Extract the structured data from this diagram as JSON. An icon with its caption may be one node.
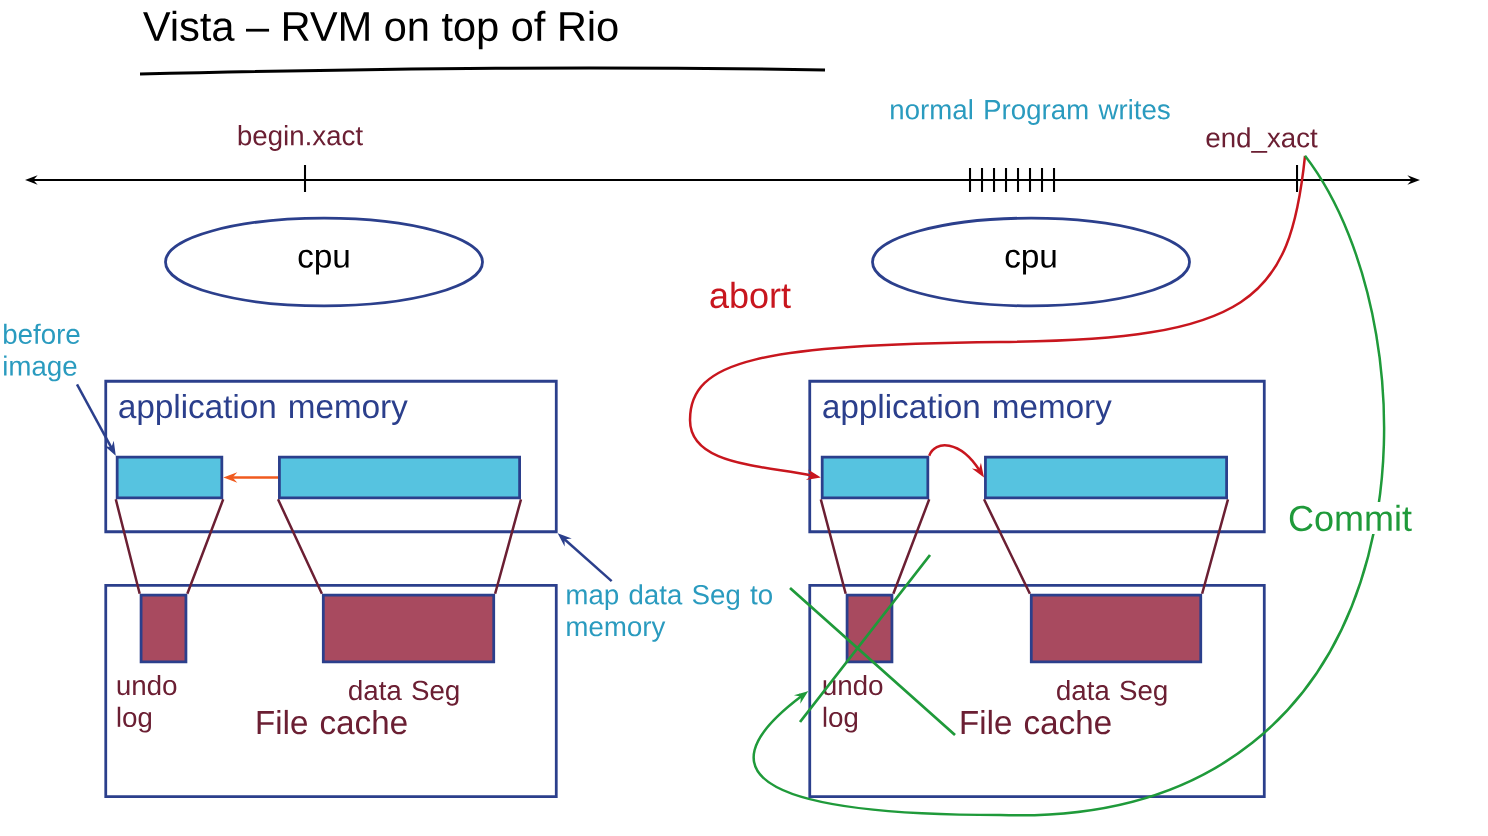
{
  "diagram": {
    "title": "Vista – RVM on top of Rio",
    "nodes": [
      {
        "text": [
          "cpu"
        ]
      },
      {
        "text": [
          "cpu"
        ]
      },
      {
        "text": [
          "application memory"
        ]
      },
      {
        "text": [],
        "shape": "bar",
        "in": 2
      },
      {
        "text": [],
        "shape": "bar",
        "in": 2
      },
      {
        "text": [
          "File cache"
        ]
      },
      {
        "text": [],
        "shape": "bar",
        "in": 5,
        "beside": [
          "undo log"
        ]
      },
      {
        "text": [],
        "shape": "bar",
        "in": 5,
        "beside": [
          "data Seg"
        ]
      },
      {
        "text": [
          "application memory"
        ]
      },
      {
        "text": [],
        "shape": "bar",
        "in": 8
      },
      {
        "text": [],
        "shape": "bar",
        "in": 8
      },
      {
        "text": [
          "File cache"
        ]
      },
      {
        "text": [],
        "shape": "bar",
        "in": 11,
        "beside": [
          "undo log"
        ]
      },
      {
        "text": [],
        "shape": "bar",
        "in": 11,
        "beside": [
          "data Seg"
        ]
      },
      {
        "text": [
          "end_xact"
        ]
      },
      {
        "text": [
          "before image"
        ]
      },
      {
        "text": [
          "map data Seg to memory"
        ]
      }
    ],
    "edges": [
      {
        "from": 4,
        "to": 3,
        "arrow": "to",
        "color": "#f05a1e"
      },
      {
        "from": 3,
        "to": 6,
        "arrow": "none"
      },
      {
        "from": 4,
        "to": 7,
        "arrow": "none"
      },
      {
        "from": 15,
        "to": 3,
        "arrow": "to",
        "color": "#2b3f8c"
      },
      {
        "from": 16,
        "to": 2,
        "arrow": "to",
        "color": "#2b3f8c"
      },
      {
        "from": 14,
        "to": 9,
        "arrow": "to",
        "label": "abort",
        "color": "#c8161e"
      },
      {
        "from": 9,
        "to": 10,
        "arrow": "to",
        "color": "#c8161e"
      },
      {
        "from": 9,
        "to": 12,
        "arrow": "none"
      },
      {
        "from": 10,
        "to": 13,
        "arrow": "none"
      },
      {
        "from": 14,
        "to": 11,
        "arrow": "to",
        "label": "Commit",
        "color": "#1f9a3a"
      }
    ],
    "labels": [
      "begin.xact",
      "normal Program writes"
    ]
  }
}
